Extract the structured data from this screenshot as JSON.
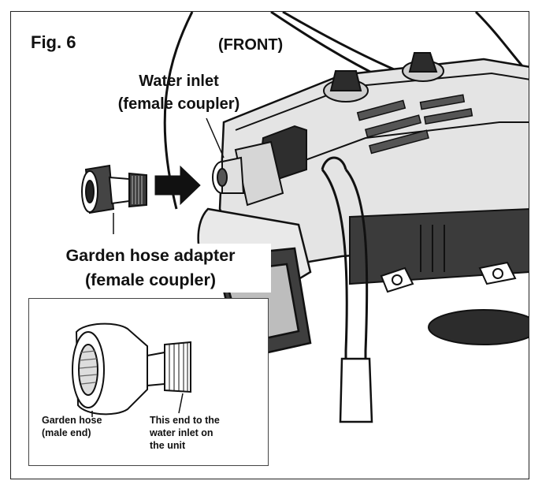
{
  "figure": {
    "number_label": "Fig. 6",
    "view_label": "(FRONT)"
  },
  "callouts": {
    "water_inlet_line1": "Water inlet",
    "water_inlet_line2": "(female coupler)",
    "adapter_line1": "Garden hose adapter",
    "adapter_line2": "(female coupler)"
  },
  "inset": {
    "hose_line1": "Garden hose",
    "hose_line2": "(male end)",
    "end_line1": "This end to the",
    "end_line2": "water inlet on",
    "end_line3": "the unit"
  },
  "colors": {
    "line": "#111111",
    "body_grey": "#d9d9d9",
    "dark": "#3a3a3a"
  }
}
